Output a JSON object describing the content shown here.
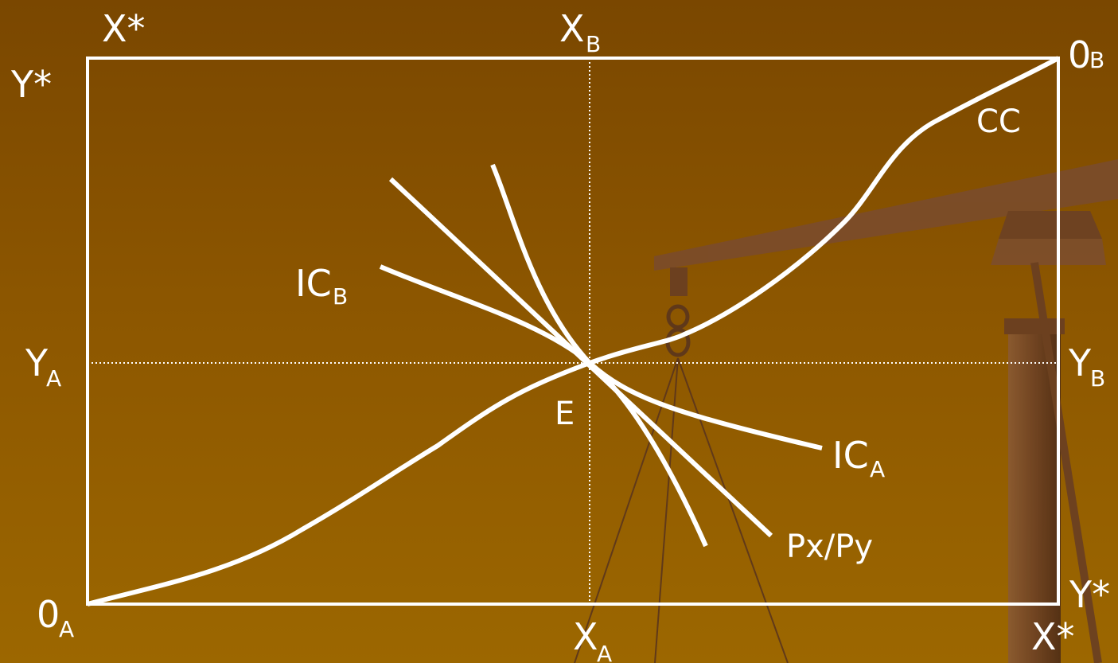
{
  "labels": {
    "x_star_top": "X*",
    "x_b": "X",
    "x_b_sub": "B",
    "origin_b": "0",
    "origin_b_sub": "B",
    "y_star_left": "Y*",
    "cc": "CC",
    "ic_b": "IC",
    "ic_b_sub": "B",
    "y_a": "Y",
    "y_a_sub": "A",
    "y_b": "Y",
    "y_b_sub": "B",
    "e": "E",
    "ic_a": "IC",
    "ic_a_sub": "A",
    "price_ratio": "Px/Py",
    "y_star_right": "Y*",
    "origin_a": "0",
    "origin_a_sub": "A",
    "x_a": "X",
    "x_a_sub": "A",
    "x_star_bottom": "X*"
  },
  "colors": {
    "line": "#ffffff",
    "scale_wood": "#7a4a28",
    "scale_wood_dark": "#5c361c"
  }
}
